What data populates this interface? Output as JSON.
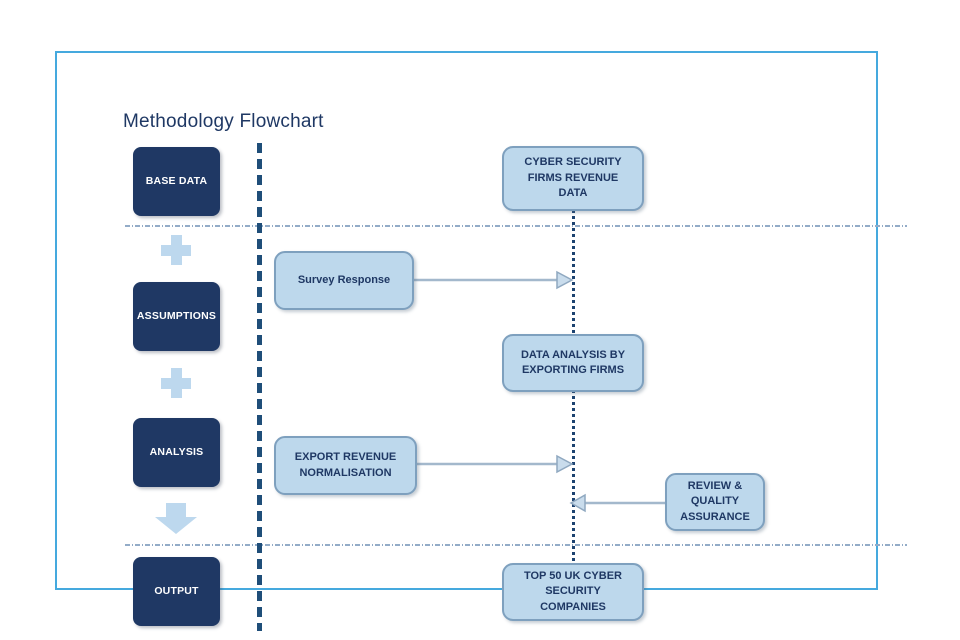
{
  "title": "Methodology Flowchart",
  "stages": [
    {
      "label": "BASE DATA"
    },
    {
      "label": "ASSUMPTIONS"
    },
    {
      "label": "ANALYSIS"
    },
    {
      "label": "OUTPUT"
    }
  ],
  "nodes": [
    {
      "label": "CYBER SECURITY FIRMS REVENUE DATA"
    },
    {
      "label": "Survey Response"
    },
    {
      "label": "DATA ANALYSIS BY EXPORTING FIRMS"
    },
    {
      "label": "EXPORT REVENUE NORMALISATION"
    },
    {
      "label": "REVIEW & QUALITY ASSURANCE"
    },
    {
      "label": "TOP 50 UK CYBER SECURITY COMPANIES"
    }
  ],
  "icons": {
    "plus": "plus-icon",
    "down_arrow": "down-arrow-icon",
    "right_arrow": "right-arrow-icon",
    "left_arrow": "left-arrow-icon"
  },
  "colors": {
    "frame_border": "#45a9de",
    "stage_fill": "#1f3864",
    "stage_text": "#ffffff",
    "node_fill": "#bdd8ec",
    "node_border": "#7ea0be",
    "node_text": "#1f3864",
    "title_text": "#1f3864",
    "plus_and_block_arrow": "#bdd8ee",
    "connector_line": "#a3b8cc",
    "arrowhead_fill": "#c9dcec",
    "arrowhead_stroke": "#8fa8c0",
    "lane_dashed_line": "#1f4e79",
    "flow_dotted_line": "#1c4270",
    "separator_line": "#93acc8"
  }
}
